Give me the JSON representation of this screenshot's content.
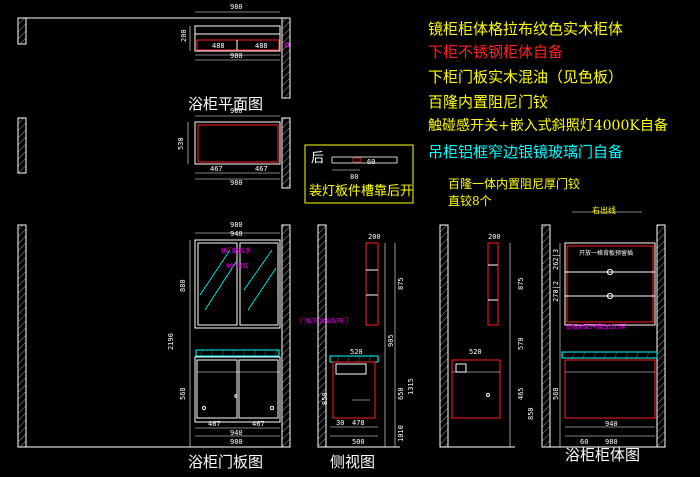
{
  "colors": {
    "background": "#000000",
    "line_white": "#ffffff",
    "line_cyan": "#00ffff",
    "line_red": "#ff2020",
    "line_magenta": "#ff00ff",
    "text_yellow": "#ffff00",
    "text_red": "#ff2020",
    "text_cyan": "#00ffff",
    "hatch_gray": "#9a9a9a"
  },
  "titles": {
    "plan": "浴柜平面图",
    "door": "浴柜门板图",
    "side": "侧视图",
    "body": "浴柜柜体图"
  },
  "notes": [
    {
      "text": "镜柜柜体格拉布纹色实木柜体",
      "color": "yellow"
    },
    {
      "text": "下柜不锈钢柜体自备",
      "color": "red"
    },
    {
      "text": "下柜门板实木混油（见色板）",
      "color": "yellow"
    },
    {
      "text": "百隆内置阻尼门铰",
      "color": "yellow"
    },
    {
      "text": "触碰感开关+嵌入式斜照灯4000K自备",
      "color": "yellow"
    },
    {
      "text": "吊柜铝框窄边银镜玻璃门自备",
      "color": "cyan"
    }
  ],
  "hinge_note": {
    "line1": "百隆一体内置阻尼厚门铰",
    "line2": "直铰8个"
  },
  "lamp_detail": {
    "label_hou": "后",
    "text": "装灯板件槽靠后开",
    "dims": [
      "80",
      "60"
    ]
  },
  "annotations": {
    "right_outlet": "右出线",
    "mirror_door": "镜门装拉手",
    "hidden_hinge": "90°暗铰",
    "door_led": "门板下沿出线开门",
    "cabinet_label": "开放一格背板预留插",
    "light_label": "底板前面开槽LED灯带"
  },
  "dims": {
    "w980": "980",
    "w940": "940",
    "w488": "488",
    "w467": "467",
    "w500": "500",
    "w520": "520",
    "w478": "478",
    "w30": "30",
    "w200": "200",
    "h880": "880",
    "h850": "850",
    "h530": "530",
    "h2190": "2190",
    "h1315": "1315",
    "h875": "875",
    "h650": "650",
    "h905": "905",
    "h570": "570",
    "h568": "568",
    "h465": "465",
    "h1010": "1010",
    "h2621": "262|3",
    "h2702": "270|2",
    "h200": "200",
    "h60": "60"
  }
}
